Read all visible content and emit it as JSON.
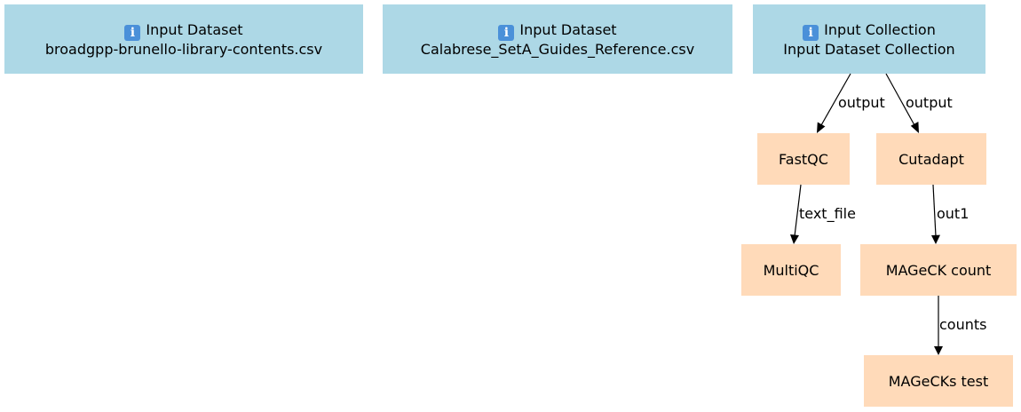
{
  "workflow": {
    "inputs": [
      {
        "type_label": "Input Dataset",
        "name": "broadgpp-brunello-library-contents.csv",
        "icon": "info-icon"
      },
      {
        "type_label": "Input Dataset",
        "name": "Calabrese_SetA_Guides_Reference.csv",
        "icon": "info-icon"
      },
      {
        "type_label": "Input Collection",
        "name": "Input Dataset Collection",
        "icon": "info-icon"
      }
    ],
    "tools": {
      "fastqc": "FastQC",
      "cutadapt": "Cutadapt",
      "multiqc": "MultiQC",
      "mageck_count": "MAGeCK count",
      "mageck_test": "MAGeCKs test"
    },
    "edges": [
      {
        "from": "Input Dataset Collection",
        "to": "FastQC",
        "label": "output"
      },
      {
        "from": "Input Dataset Collection",
        "to": "Cutadapt",
        "label": "output"
      },
      {
        "from": "FastQC",
        "to": "MultiQC",
        "label": "text_file"
      },
      {
        "from": "Cutadapt",
        "to": "MAGeCK count",
        "label": "out1"
      },
      {
        "from": "MAGeCK count",
        "to": "MAGeCKs test",
        "label": "counts"
      }
    ]
  },
  "colors": {
    "input_node": "#add8e6",
    "tool_node": "#ffdab9",
    "edge": "#000000"
  }
}
